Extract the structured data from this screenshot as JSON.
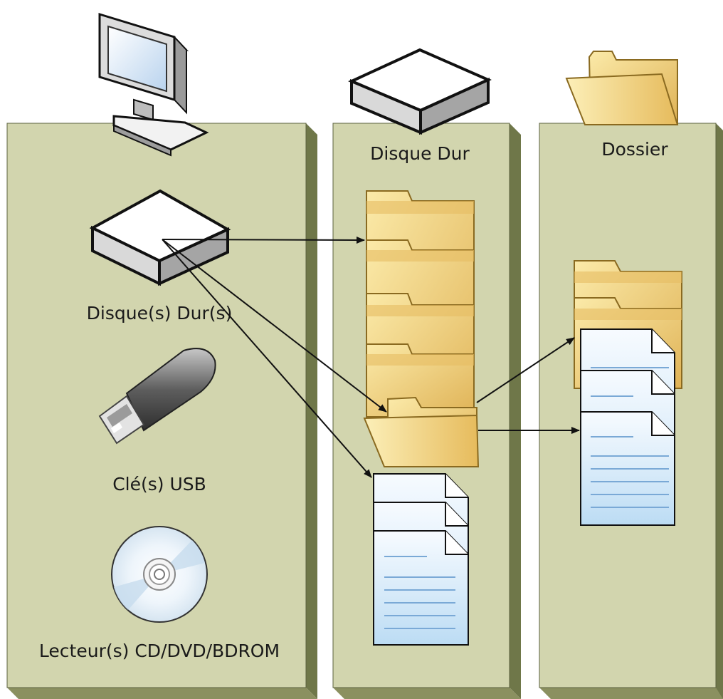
{
  "columns": [
    {
      "id": "computer",
      "items": [
        {
          "name": "hard-drive",
          "label": "Disque(s) Dur(s)"
        },
        {
          "name": "usb-key",
          "label": "Clé(s) USB"
        },
        {
          "name": "optical-disc",
          "label": "Lecteur(s) CD/DVD/BDROM"
        }
      ]
    },
    {
      "id": "hard-disk",
      "title": "Disque Dur"
    },
    {
      "id": "folder",
      "title": "Dossier"
    }
  ],
  "icons": {
    "computer": "monitor-icon",
    "hard_disk": "hard-drive-icon",
    "folder": "folder-icon",
    "usb": "usb-key-icon",
    "disc": "cd-disc-icon",
    "file": "file-icon"
  },
  "colors": {
    "panel_front": "#d2d5ae",
    "panel_side": "#6f7749",
    "panel_bottom": "#8b9060",
    "folder": "#f3d57c",
    "folder_dark": "#d9a941",
    "file": "#cfe5f8"
  }
}
